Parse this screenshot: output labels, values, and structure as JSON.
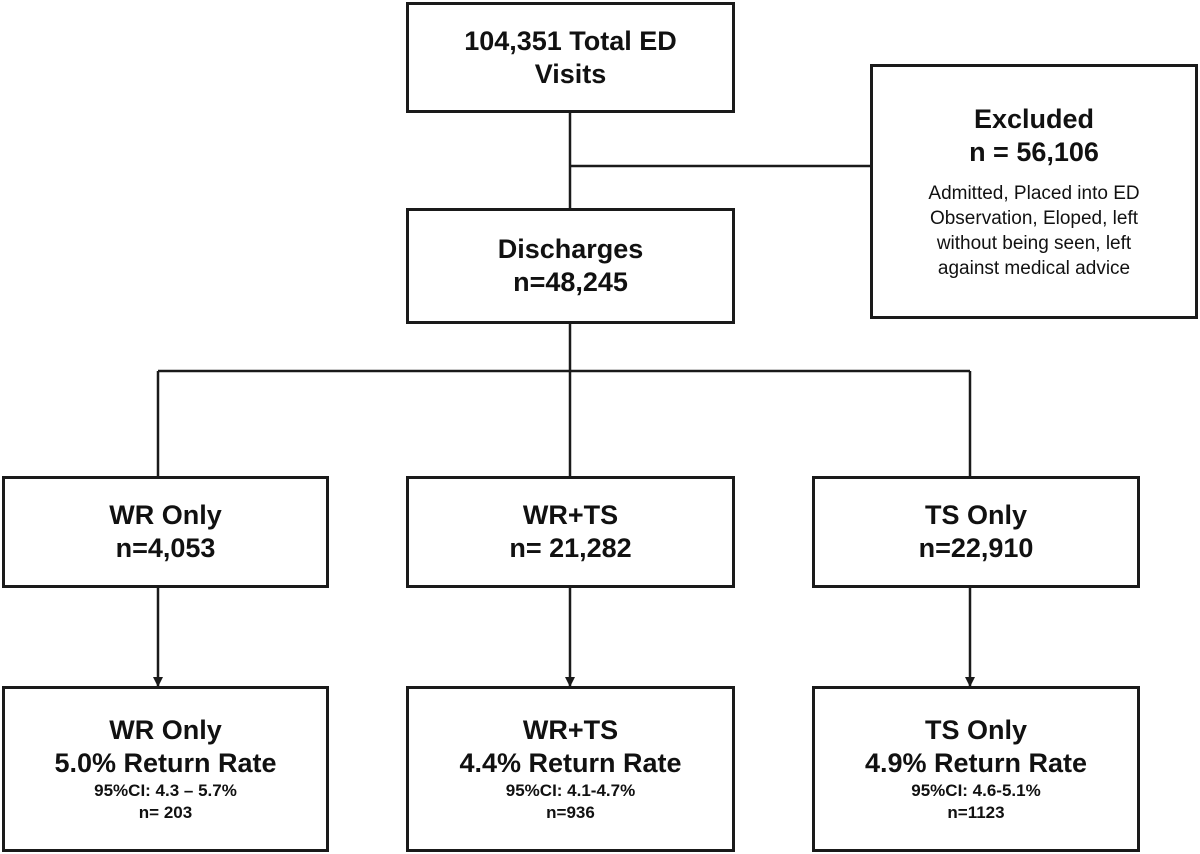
{
  "total": {
    "line1": "104,351 Total ED",
    "line2": "Visits"
  },
  "excluded": {
    "title": "Excluded",
    "count": "n = 56,106",
    "desc": [
      "Admitted, Placed into ED",
      "Observation, Eloped, left",
      "without being seen, left",
      "against medical advice"
    ]
  },
  "discharges": {
    "title": "Discharges",
    "count": "n=48,245"
  },
  "groups": [
    {
      "title": "WR Only",
      "count": "n=4,053"
    },
    {
      "title": "WR+TS",
      "count": "n= 21,282"
    },
    {
      "title": "TS Only",
      "count": "n=22,910"
    }
  ],
  "outcomes": [
    {
      "title": "WR Only",
      "rate": "5.0% Return Rate",
      "ci": "95%CI: 4.3 – 5.7%",
      "n": "n= 203"
    },
    {
      "title": "WR+TS",
      "rate": "4.4% Return Rate",
      "ci": "95%CI: 4.1-4.7%",
      "n": "n=936"
    },
    {
      "title": "TS Only",
      "rate": "4.9% Return Rate",
      "ci": "95%CI: 4.6-5.1%",
      "n": "n=1123"
    }
  ]
}
